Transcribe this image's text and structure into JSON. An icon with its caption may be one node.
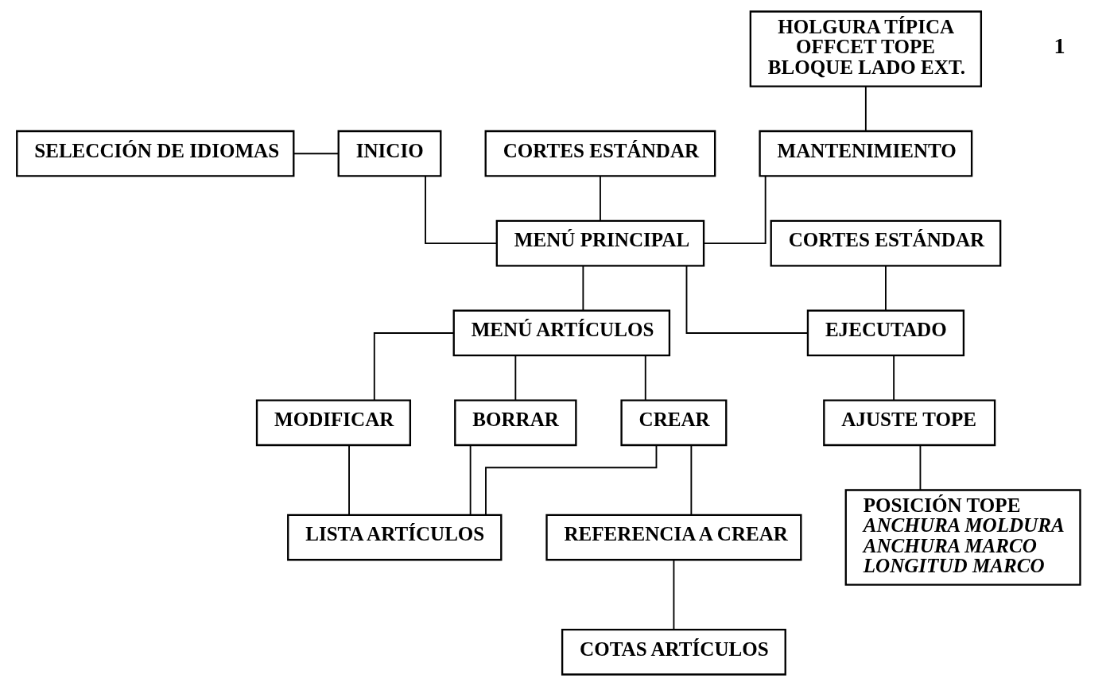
{
  "diagram": {
    "nodes": [
      {
        "text": [
          "SELECCIÓN DE IDIOMAS"
        ]
      },
      {
        "text": [
          "INICIO"
        ]
      },
      {
        "text": [
          "HOLGURA TÍPICA",
          "OFFCET TOPE",
          "BLOQUE LADO EXT."
        ]
      },
      {
        "text": [
          "CORTES ESTÁNDAR"
        ]
      },
      {
        "text": [
          "MANTENIMIENTO"
        ]
      },
      {
        "text": [
          "MENÚ PRINCIPAL"
        ]
      },
      {
        "text": [
          "CORTES ESTÁNDAR"
        ]
      },
      {
        "text": [
          "MENÚ ARTÍCULOS"
        ]
      },
      {
        "text": [
          "EJECUTADO"
        ]
      },
      {
        "text": [
          "CREAR"
        ]
      },
      {
        "text": [
          "MODIFICAR"
        ]
      },
      {
        "text": [
          "BORRAR"
        ]
      },
      {
        "text": [
          "AJUSTE TOPE"
        ]
      },
      {
        "text": [
          "LISTA ARTÍCULOS"
        ]
      },
      {
        "text": [
          "REFERENCIA A CREAR"
        ]
      },
      {
        "text": [
          "POSICIÓN TOPE",
          "ANCHURA MOLDURA",
          "ANCHURA MARCO",
          "LONGITUD MARCO"
        ]
      },
      {
        "text": [
          "COTAS ARTÍCULOS"
        ]
      }
    ],
    "edges": [
      {
        "from": 0,
        "to": 1,
        "arrow": "none"
      },
      {
        "from": 1,
        "to": 5,
        "arrow": "none"
      },
      {
        "from": 3,
        "to": 5,
        "arrow": "none"
      },
      {
        "from": 2,
        "to": 4,
        "arrow": "none"
      },
      {
        "from": 4,
        "to": 5,
        "arrow": "none"
      },
      {
        "from": 5,
        "to": 7,
        "arrow": "none"
      },
      {
        "from": 5,
        "to": 8,
        "arrow": "none"
      },
      {
        "from": 6,
        "to": 8,
        "arrow": "none"
      },
      {
        "from": 7,
        "to": 9,
        "arrow": "none"
      },
      {
        "from": 7,
        "to": 10,
        "arrow": "none"
      },
      {
        "from": 7,
        "to": 11,
        "arrow": "none"
      },
      {
        "from": 9,
        "to": 13,
        "arrow": "none"
      },
      {
        "from": 10,
        "to": 13,
        "arrow": "none"
      },
      {
        "from": 11,
        "to": 13,
        "arrow": "none"
      },
      {
        "from": 8,
        "to": 12,
        "arrow": "none"
      },
      {
        "from": 12,
        "to": 15,
        "arrow": "none"
      },
      {
        "from": 9,
        "to": 14,
        "arrow": "none"
      },
      {
        "from": 14,
        "to": 16,
        "arrow": "none"
      }
    ],
    "labels": [
      "1"
    ]
  }
}
